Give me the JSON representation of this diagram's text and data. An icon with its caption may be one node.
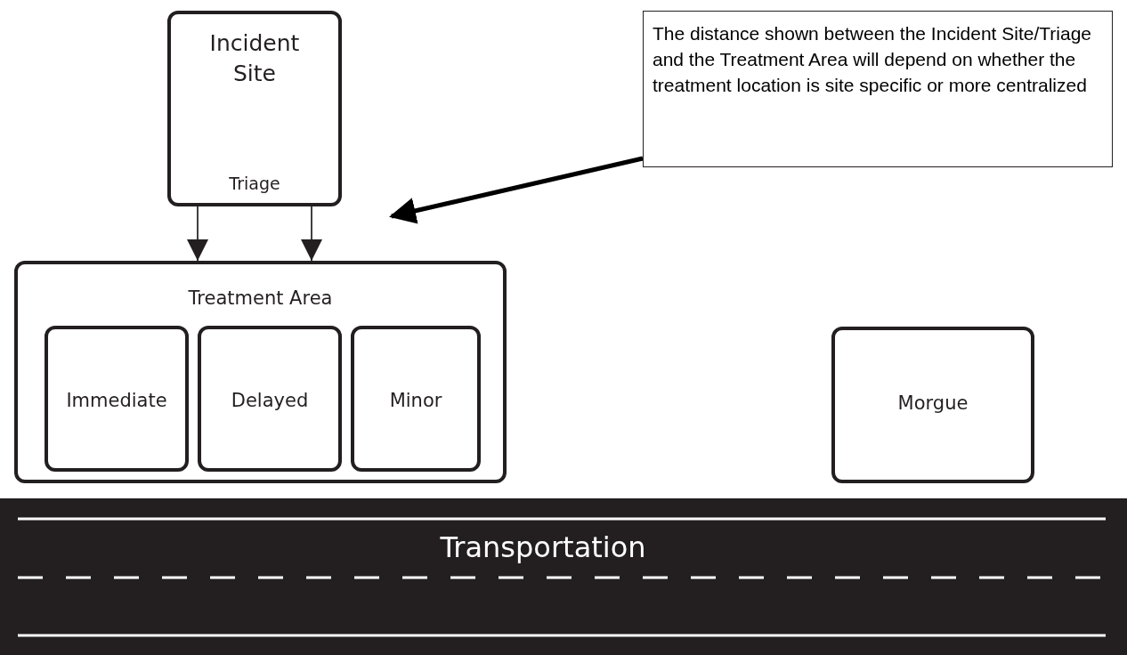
{
  "diagram": {
    "nodes": [
      {
        "text": [
          "Incident Site",
          "Triage"
        ]
      },
      {
        "text": [
          "The distance shown between the Incident Site/Triage and the Treatment Area will depend on whether the treatment location is site specific or more centralized"
        ]
      },
      {
        "text": [
          "Treatment Area"
        ]
      },
      {
        "text": [
          "Immediate"
        ],
        "in": 2
      },
      {
        "text": [
          "Delayed"
        ],
        "in": 2
      },
      {
        "text": [
          "Minor"
        ],
        "in": 2
      },
      {
        "text": [
          "Morgue"
        ]
      },
      {
        "text": [
          "Transportation"
        ]
      }
    ],
    "edges": [
      {
        "from": 0,
        "to": 2,
        "arrow": "to"
      },
      {
        "from": 0,
        "to": 2,
        "arrow": "to"
      },
      {
        "from": 1,
        "to": null,
        "arrow": "to",
        "style": "thick"
      }
    ]
  }
}
